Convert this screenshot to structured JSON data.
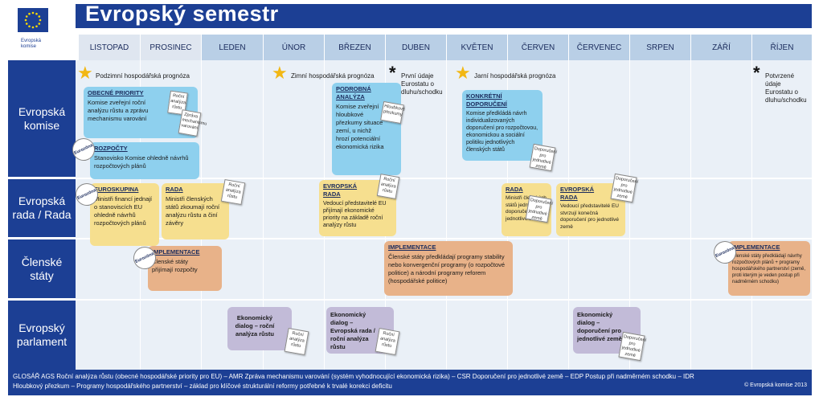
{
  "title": "Evropský semestr",
  "logo_text": "Evropská komise",
  "months": [
    "LISTOPAD",
    "PROSINEC",
    "LEDEN",
    "ÚNOR",
    "BŘEZEN",
    "DUBEN",
    "KVĚTEN",
    "ČERVEN",
    "ČERVENEC",
    "SRPEN",
    "ZÁŘÍ",
    "ŘÍJEN"
  ],
  "rows": [
    "Evropská komise",
    "Evropská rada / Rada",
    "Členské státy",
    "Evropský parlament"
  ],
  "forecasts": {
    "autumn": "Podzimní hospodářská prognóza",
    "winter": "Zimní hospodářská prognóza",
    "spring": "Jarní hospodářská prognóza",
    "first_data": "První údaje Eurostatu o dluhu/schodku",
    "confirmed_data": "Potvrzené údaje Eurostatu o dluhu/schodku"
  },
  "boxes": {
    "obecne_title": "OBECNÉ PRIORITY",
    "obecne_text": "Komise zveřejní roční analýzu růstu a zprávu mechanismu varování",
    "rozpocty_title": "ROZPOČTY",
    "rozpocty_text": "Stanovisko Komise ohledně návrhů rozpočtových plánů",
    "podrobna_title": "PODROBNÁ ANALÝZA",
    "podrobna_text": "Komise zveřejní hloubkové přezkumy situace zemí, u nichž hrozí potenciální ekonomická rizika",
    "konkretni_title": "KONKRÉTNÍ DOPORUČENÍ",
    "konkretni_text": "Komise předkládá návrh individualizovaných doporučení pro rozpočtovou, ekonomickou a sociální politiku jednotlivých členských států",
    "euroskupina_title": "EUROSKUPINA",
    "euroskupina_text": "Ministři financí jednají o stanoviscích EU ohledně návrhů rozpočtových plánů",
    "rada1_title": "RADA",
    "rada1_text": "Ministři členských států zkoumají roční analýzu růstu a činí závěry",
    "er1_title": "EVROPSKÁ RADA",
    "er1_text": "Vedoucí představitelé EU přijímají ekonomické priority na základě roční analýzy růstu",
    "rada2_title": "RADA",
    "rada2_text": "Ministři členských států jednají o doporučeních pro jednotlivé země",
    "er2_title": "EVROPSKÁ RADA",
    "er2_text": "Vedoucí představitelé EU stvrzují konečná doporučení pro jednotlivé země",
    "impl1_title": "IMPLEMENTACE",
    "impl1_text": "Členské státy přijímají rozpočty",
    "impl2_title": "IMPLEMENTACE",
    "impl2_text": "Členské státy předkládají programy stability nebo konvergenční programy (o rozpočtové politice) a národní programy reforem (hospodářské politice)",
    "impl3_title": "IMPLEMENTACE",
    "impl3_text": "Členské státy předkládají návrhy rozpočtových plánů + programy hospodářského partnerství (země, proti kterým je veden postup při nadměrném schodku)",
    "ep1_text": "Ekonomický dialog – roční analýza růstu",
    "ep2_text": "Ekonomický dialog – Evropská rada / roční analýza růstu",
    "ep3_text": "Ekonomický dialog – doporučení pro jednotlivé země"
  },
  "notes": {
    "ras": "Roční analýza růstu",
    "amr": "Zpráva mechanismu varování",
    "hp": "Hloubkové přezkumy",
    "dpz": "Doporučení pro jednotlivé země",
    "eurozone": "Eurozóna"
  },
  "footer": "GLOSÁŘ AGS Roční analýza růstu (obecné hospodářské priority pro EU) – AMR Zpráva mechanismu varování (systém vyhodnocující ekonomická rizika) – CSR Doporučení pro jednotlivé země – EDP Postup při nadměrném schodku – IDR Hloubkový přezkum – Programy hospodářského partnerství – základ pro klíčové strukturální reformy potřebné k trvalé korekci deficitu",
  "copyright": "© Evropská komise 2013",
  "colors": {
    "brand": "#1c3f94",
    "commission_box": "#8ed0ee",
    "council_box": "#f6df8f",
    "member_box": "#e8b289",
    "parliament_box": "#c2bbd8",
    "forecast_star": "#f2b714"
  }
}
